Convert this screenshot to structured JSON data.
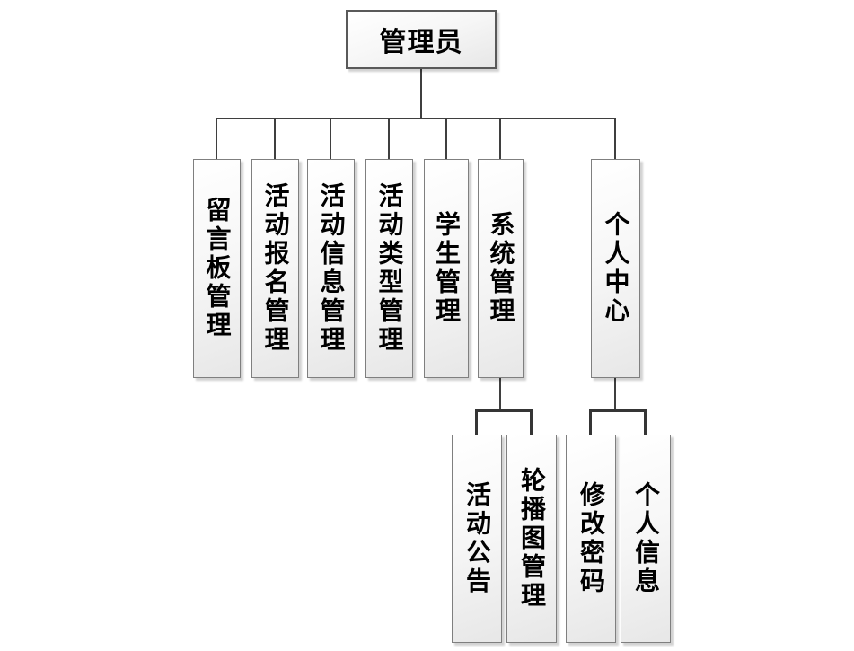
{
  "diagram": {
    "root": {
      "label": "管理员"
    },
    "level1": [
      {
        "label": "留言板管理"
      },
      {
        "label": "活动报名管理"
      },
      {
        "label": "活动信息管理"
      },
      {
        "label": "活动类型管理"
      },
      {
        "label": "学生管理"
      },
      {
        "label": "系统管理",
        "children": [
          {
            "label": "活动公告"
          },
          {
            "label": "轮播图管理"
          }
        ]
      },
      {
        "label": "个人中心",
        "children": [
          {
            "label": "修改密码"
          },
          {
            "label": "个人信息"
          }
        ]
      }
    ],
    "colors": {
      "background": "#ffffff",
      "box_fill_top": "#ffffff",
      "box_fill_bottom": "#e7e7e7",
      "box_border": "#7f7f7f",
      "root_border": "#595959",
      "connector": "#3f3f3f",
      "text": "#000000"
    }
  }
}
